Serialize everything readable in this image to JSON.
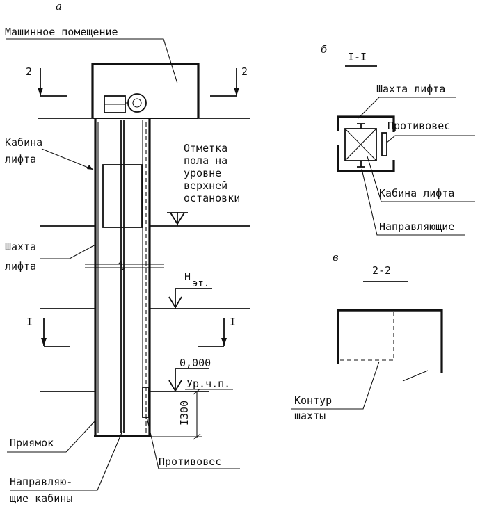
{
  "panels": {
    "a": "а",
    "b": "б",
    "v": "в"
  },
  "elevation": {
    "machine_room": "Машинное помещение",
    "section_mark_2": "2",
    "section_mark_1": "I",
    "cabin_line1": "Кабина",
    "cabin_line2": "лифта",
    "top_stop_line1": "Отметка",
    "top_stop_line2": "пола на",
    "top_stop_line3": "уровне",
    "top_stop_line4": "верхней",
    "top_stop_line5": "остановки",
    "shaft_line1": "Шахта",
    "shaft_line2": "лифта",
    "floor_height_main": "H",
    "floor_height_sub": "эт.",
    "zero_level": "0,000",
    "clean_floor_level": "Ур.ч.п.",
    "pit_depth": "I300",
    "pit": "Приямок",
    "counterweight": "Противовес",
    "cabin_guides_line1": "Направляю-",
    "cabin_guides_line2": "щие кабины"
  },
  "section_1_1": {
    "title": "I-I",
    "shaft": "Шахта лифта",
    "counterweight": "Противовес",
    "cabin": "Кабина лифта",
    "guides": "Направляющие"
  },
  "section_2_2": {
    "title": "2-2",
    "shaft_outline_line1": "Контур",
    "shaft_outline_line2": "шахты"
  }
}
